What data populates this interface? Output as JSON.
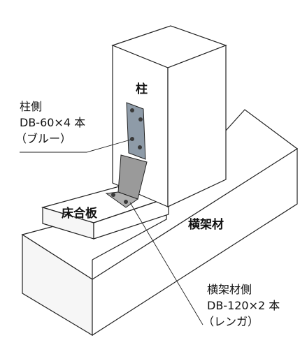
{
  "labels": {
    "column": "柱",
    "floor_board": "床合板",
    "beam": "横架材",
    "column_side": {
      "line1": "柱側",
      "line2": "DB-60×4 本",
      "line3": "（ブルー）"
    },
    "beam_side": {
      "line1": "横架材側",
      "line2": "DB-120×2 本",
      "line3": "（レンガ）"
    }
  },
  "colors": {
    "outline": "#222222",
    "fill_white": "#ffffff",
    "fill_shade": "#f3f3f3",
    "fill_dark": "#e6e6e6",
    "bracket_blue": "#8e9ba8",
    "bracket_brick": "#9a9a9a",
    "hole": "#3a3a3a"
  }
}
